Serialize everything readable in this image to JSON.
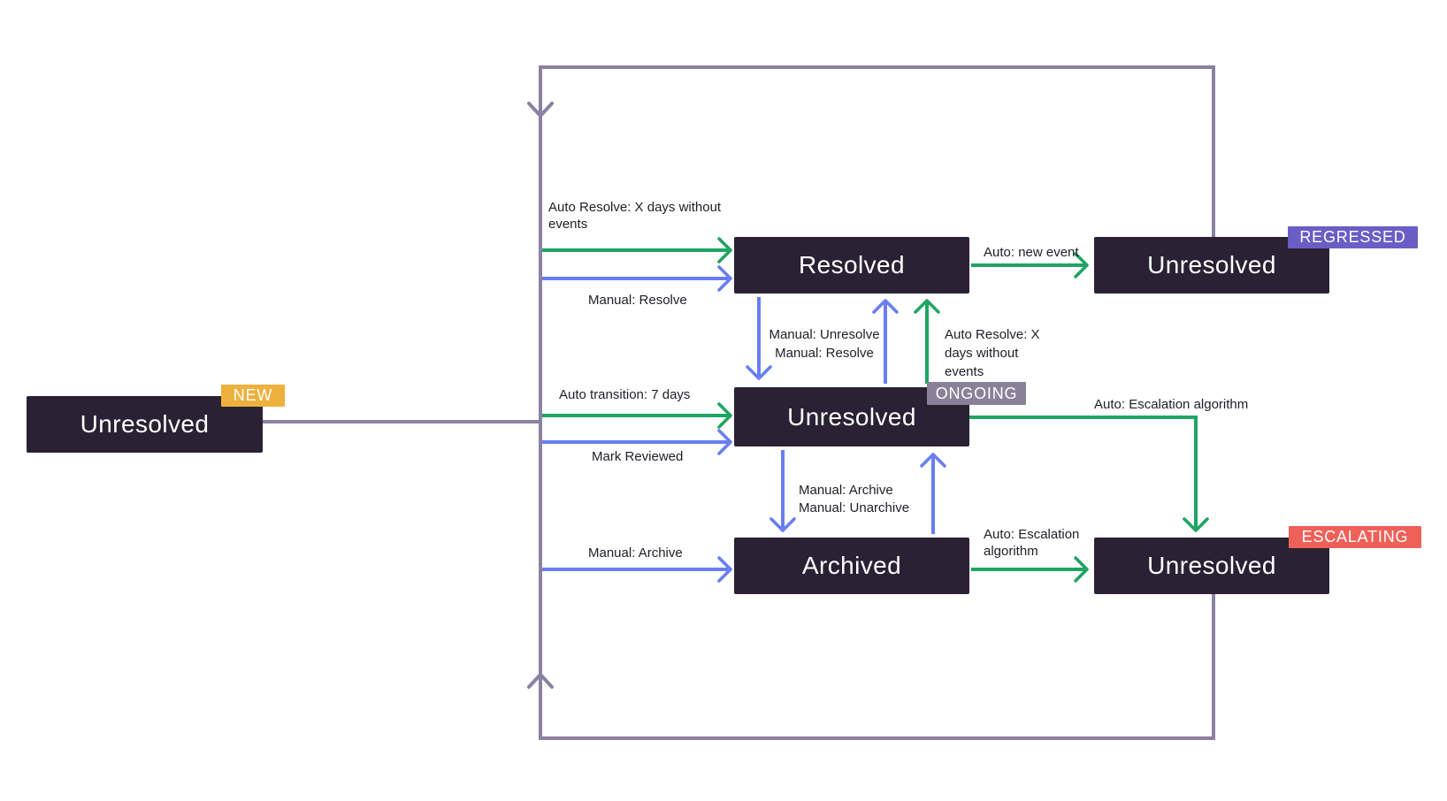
{
  "nodes": {
    "new": {
      "label": "Unresolved",
      "badge": "NEW"
    },
    "resolved": {
      "label": "Resolved"
    },
    "ongoing": {
      "label": "Unresolved",
      "badge": "ONGOING"
    },
    "archived": {
      "label": "Archived"
    },
    "regressed": {
      "label": "Unresolved",
      "badge": "REGRESSED"
    },
    "escalating": {
      "label": "Unresolved",
      "badge": "ESCALATING"
    }
  },
  "edges": {
    "auto_resolve_to_resolved": {
      "line1": "Auto Resolve: X days without",
      "line2": "events"
    },
    "manual_resolve_to_resolved": {
      "text": "Manual: Resolve"
    },
    "auto_transition": {
      "text": "Auto transition: 7 days"
    },
    "mark_reviewed": {
      "text": "Mark Reviewed"
    },
    "manual_archive_from_new": {
      "text": "Manual: Archive"
    },
    "auto_new_event": {
      "text": "Auto: new event"
    },
    "manual_unresolve_resolve": {
      "line1": "Manual: Unresolve",
      "line2": "Manual: Resolve"
    },
    "auto_resolve_from_ongoing": {
      "line1": "Auto Resolve: X",
      "line2": "days without",
      "line3": "events"
    },
    "manual_archive_unarchive": {
      "line1": "Manual: Archive",
      "line2": "Manual: Unarchive"
    },
    "auto_escalation_from_ongoing": {
      "text": "Auto: Escalation algorithm"
    },
    "auto_escalation_from_archived": {
      "line1": "Auto: Escalation",
      "line2": "algorithm"
    }
  },
  "colors": {
    "auto_arrow": "#1FA463",
    "manual_arrow": "#687EF1",
    "loop_line": "#8B81A1",
    "node_background": "#2B2134",
    "node_text": "#FFFFFF",
    "badge_new": "#EDB13E",
    "badge_ongoing": "#8A8199",
    "badge_regressed": "#6A5DC6",
    "badge_escalating": "#EE6158",
    "label_text": "#1F1E28"
  }
}
